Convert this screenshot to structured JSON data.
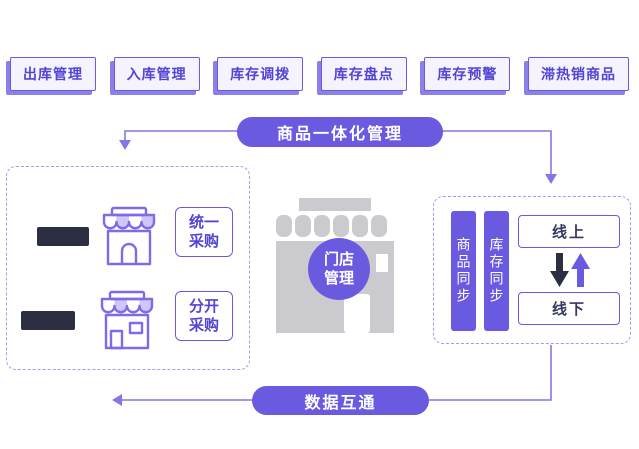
{
  "top_buttons": [
    {
      "label": "出库管理"
    },
    {
      "label": "入库管理"
    },
    {
      "label": "库存调拨"
    },
    {
      "label": "库存盘点"
    },
    {
      "label": "库存预警"
    },
    {
      "label": "滞热销商品"
    }
  ],
  "banners": {
    "top": "商品一体化管理",
    "bottom": "数据互通"
  },
  "left_panel": {
    "rows": [
      {
        "tag": "统一采购"
      },
      {
        "tag": "分开采购"
      }
    ]
  },
  "center": {
    "circle_label": "门店管理"
  },
  "right_panel": {
    "sync_columns": [
      {
        "label": "商品同步"
      },
      {
        "label": "库存同步"
      }
    ],
    "channels": [
      {
        "label": "线上"
      },
      {
        "label": "线下"
      }
    ]
  },
  "icons": {
    "storefront": "storefront-icon",
    "gray_building": "gray-store-building-icon",
    "down_arrow": "down-arrow-icon",
    "up_arrow": "up-arrow-icon"
  },
  "colors": {
    "primary": "#6a5ae0",
    "primary-dark": "#5244d4",
    "btn-bg": "#f4f3fe",
    "btn-shadow": "#8b80ea",
    "dashed": "#a49af1",
    "dark-bar": "#2c2f42",
    "gray": "#cbcbcf",
    "line": "#8277e8"
  }
}
